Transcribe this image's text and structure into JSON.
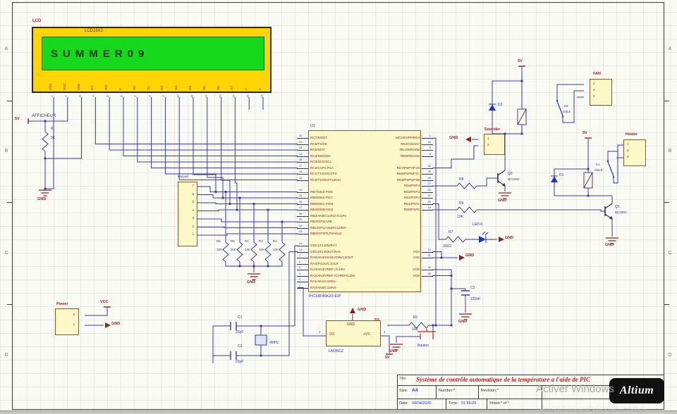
{
  "frame": {
    "zones": [
      "A",
      "B",
      "C",
      "D"
    ]
  },
  "watermark": {
    "line1": "Activer Windows",
    "line2": "Accédez aux paramètres pour activer Windows."
  },
  "logo": {
    "text": "Altium"
  },
  "title_block": {
    "title_label": "Title:",
    "title": "Système de contrôle  automatique de la température a l'aide de PIC",
    "size_label": "Size:",
    "size": "A4",
    "number": "Number:*",
    "revision": "Revision:*",
    "date_label": "Date:",
    "date": "09/04/2020",
    "time_label": "Time:",
    "time": "01:56:26",
    "sheet": "Sheet:*  of *"
  },
  "lcd": {
    "designator": "LCD",
    "model": "LCD16X2",
    "screen_text": "SUMMER09",
    "caption": "AFFICHEUR",
    "pins": [
      "VSS",
      "VCC",
      "VEE",
      "RS",
      "RW",
      "E",
      "D0",
      "D1",
      "D2",
      "D3",
      "D4",
      "D5",
      "D6",
      "D7",
      "A",
      "K"
    ],
    "pin_numbers": [
      "1",
      "2",
      "3",
      "4",
      "5",
      "6",
      "7",
      "8",
      "9",
      "10",
      "11",
      "12",
      "13",
      "14",
      "15",
      "16"
    ]
  },
  "pot": {
    "designator": "R",
    "value": "5K"
  },
  "keypad": {
    "label": "keypad",
    "pins": [
      "7",
      "6",
      "5",
      "4",
      "3",
      "2",
      "1"
    ]
  },
  "mcu": {
    "designator": "U1",
    "part": "PIC18F45K20-E/P",
    "left_pins": [
      {
        "row": 0,
        "num": "26",
        "name": "RC7/RX/DT"
      },
      {
        "row": 1,
        "num": "25",
        "name": "RC6/TX/CK"
      },
      {
        "row": 2,
        "num": "24",
        "name": "RC5/SDO"
      },
      {
        "row": 3,
        "num": "23",
        "name": "RC4/SDI/SDA"
      },
      {
        "row": 4,
        "num": "18",
        "name": "RC3/SCK/SCL"
      },
      {
        "row": 5,
        "num": "17",
        "name": "RC2/CCP1-P1A"
      },
      {
        "row": 6,
        "num": "16",
        "name": "RC1/T1OSI/CCP2"
      },
      {
        "row": 7,
        "num": "15",
        "name": "RC0/T1OSO/T13CKI"
      },
      {
        "row": 9,
        "num": "40",
        "name": "RB7/KBI3-PGD"
      },
      {
        "row": 10,
        "num": "39",
        "name": "RB6/KBI2-PGC"
      },
      {
        "row": 11,
        "num": "38",
        "name": "RB5/KBI1-PGM"
      },
      {
        "row": 12,
        "num": "37",
        "name": "RB4/KBI0/AN11"
      },
      {
        "row": 13,
        "num": "36",
        "name": "RB3/AN9/C12IN2-/CCP2"
      },
      {
        "row": 14,
        "num": "35",
        "name": "RB2/INT2/AN8"
      },
      {
        "row": 15,
        "num": "34",
        "name": "RB1/INT1/AN10/C12IN3-"
      },
      {
        "row": 16,
        "num": "33",
        "name": "RB0/INT0/FLT0/AN12"
      },
      {
        "row": 18,
        "num": "13",
        "name": "OSC1/CLKIN/RA7"
      },
      {
        "row": 19,
        "num": "14",
        "name": "OSC2/CLKOUT/RA6"
      },
      {
        "row": 20,
        "num": "7",
        "name": "RA5/AN4/SS/HLVDIN/C2OUT"
      },
      {
        "row": 21,
        "num": "6",
        "name": "RA4/T0CKI/C1OUT"
      },
      {
        "row": 22,
        "num": "5",
        "name": "RA3/AN3/VREF+/C1IN+"
      },
      {
        "row": 23,
        "num": "4",
        "name": "RA2/AN2/VREF-/CVREF/C2IN-"
      },
      {
        "row": 24,
        "num": "3",
        "name": "RA1/AN1/C12IN1-"
      },
      {
        "row": 25,
        "num": "2",
        "name": "RA0/AN0/C12IN0-"
      }
    ],
    "right_pins": [
      {
        "row": 0,
        "num": "1",
        "name": "MCLR/VPP/RE3"
      },
      {
        "row": 1,
        "num": "10",
        "name": "RE2/CS/AN7"
      },
      {
        "row": 2,
        "num": "9",
        "name": "RE1/WR/AN6"
      },
      {
        "row": 3,
        "num": "8",
        "name": "RE0/RD/AN5"
      },
      {
        "row": 5,
        "num": "30",
        "name": "RD7/PSP7/P1D"
      },
      {
        "row": 6,
        "num": "29",
        "name": "RD6/PSP6/P1C"
      },
      {
        "row": 7,
        "num": "28",
        "name": "RD5/PSP5/P1B"
      },
      {
        "row": 8,
        "num": "27",
        "name": "RD4/PSP4"
      },
      {
        "row": 9,
        "num": "22",
        "name": "RD3/PSP3"
      },
      {
        "row": 10,
        "num": "21",
        "name": "RD2/PSP2"
      },
      {
        "row": 11,
        "num": "20",
        "name": "RD1/PSP1"
      },
      {
        "row": 12,
        "num": "19",
        "name": "RD0/PSP0"
      },
      {
        "row": 19,
        "num": "12",
        "name": "VSS"
      },
      {
        "row": 20,
        "num": "31",
        "name": "VSS"
      },
      {
        "row": 22,
        "num": "11",
        "name": "VDD"
      },
      {
        "row": 23,
        "num": "32",
        "name": "VDD"
      }
    ]
  },
  "pull_resistors": {
    "items": [
      {
        "d": "R6",
        "v": "10K"
      },
      {
        "d": "R5",
        "v": "10K"
      },
      {
        "d": "R4",
        "v": "10K"
      },
      {
        "d": "R3",
        "v": "10K"
      },
      {
        "d": "R2",
        "v": "10K"
      }
    ]
  },
  "parts": {
    "r1": {
      "d": "R1",
      "v": "10K"
    },
    "r7": {
      "d": "R7",
      "v": "330Ω"
    },
    "r8": {
      "d": "R8"
    },
    "r9": {
      "d": "R9",
      "v": "10K"
    },
    "c1": {
      "d": "C1",
      "v": "22pF"
    },
    "c2": {
      "d": "C2",
      "v": "22pF"
    },
    "c3": {
      "d": "C3",
      "v": "120nF"
    },
    "xtal": {
      "v": "4MHz"
    },
    "q1": {
      "d": "Q1",
      "p": "BC108C"
    },
    "q2": {
      "d": "Q2",
      "p": "BC108C"
    },
    "d1": {
      "d": "D1"
    },
    "d2": {
      "d": "D2"
    },
    "led": {
      "d": "LED-0"
    },
    "k1": {
      "d": "K1",
      "p": "G5LE"
    },
    "k2": {
      "d": "K2",
      "p": "G5LE"
    },
    "button": {
      "label": "Bouton"
    }
  },
  "sensor": {
    "part": "LM35CZ",
    "pin_gnd": "GND",
    "pin_vo": "VO",
    "pin_vs": "+VS",
    "num_vo": "2",
    "num_vs": "1"
  },
  "connectors": {
    "fan": {
      "label": "FAN",
      "pins": [
        "1",
        "2",
        "3"
      ]
    },
    "heater": {
      "label": "Heater",
      "pins": [
        "1",
        "2",
        "3"
      ]
    },
    "sounder": {
      "label": "Sounder",
      "pins": [
        "1",
        "2"
      ]
    },
    "power": {
      "label": "Power",
      "pins": [
        "2",
        "1"
      ]
    }
  },
  "nets": {
    "v5": "5V",
    "gnd": "GND",
    "vcc": "VCC"
  },
  "colors": {
    "wire": "#3a3aa8",
    "component_fill": "#fdf8c8",
    "component_border": "#8a5a28",
    "net_red": "#9b1b1b",
    "designator_blue": "#2233bb",
    "pin_maroon": "#7a2222",
    "lcd_yellow": "#ffd400",
    "lcd_green": "#16d81c",
    "title_red": "#c22121",
    "logo_bg": "#111111"
  }
}
